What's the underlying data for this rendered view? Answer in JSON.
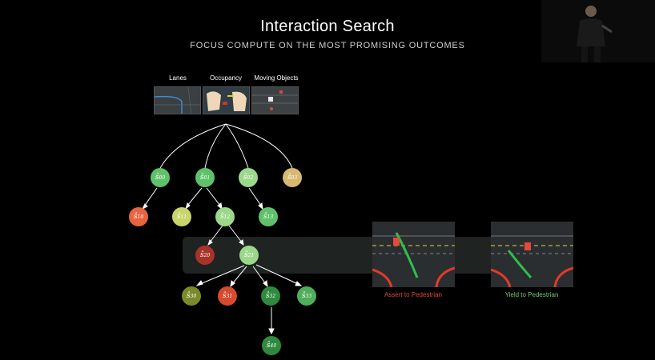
{
  "header": {
    "title": "Interaction Search",
    "subtitle": "FOCUS COMPUTE ON THE MOST PROMISING OUTCOMES"
  },
  "inputs": [
    {
      "label": "Lanes"
    },
    {
      "label": "Occupancy"
    },
    {
      "label": "Moving Objects"
    }
  ],
  "tree": {
    "level0": [
      {
        "sym": "ŝ",
        "sub": "0",
        "sup": "0"
      },
      {
        "sym": "ŝ",
        "sub": "0",
        "sup": "1"
      },
      {
        "sym": "ŝ",
        "sub": "0",
        "sup": "2"
      },
      {
        "sym": "ŝ",
        "sub": "0",
        "sup": "3"
      }
    ],
    "level1": [
      {
        "sym": "ŝ",
        "sub": "1",
        "sup": "0"
      },
      {
        "sym": "ŝ",
        "sub": "1",
        "sup": "1"
      },
      {
        "sym": "ŝ",
        "sub": "1",
        "sup": "2"
      },
      {
        "sym": "ŝ",
        "sub": "1",
        "sup": "3"
      }
    ],
    "level2": [
      {
        "sym": "ŝ",
        "sub": "2",
        "sup": "0"
      },
      {
        "sym": "ŝ",
        "sub": "2",
        "sup": "1"
      }
    ],
    "level3": [
      {
        "sym": "ŝ",
        "sub": "3",
        "sup": "0"
      },
      {
        "sym": "ŝ",
        "sub": "3",
        "sup": "1"
      },
      {
        "sym": "ŝ",
        "sub": "3",
        "sup": "2"
      },
      {
        "sym": "ŝ",
        "sub": "3",
        "sup": "3"
      }
    ],
    "level4": [
      {
        "sym": "ŝ",
        "sub": "4",
        "sup": "0"
      }
    ]
  },
  "outcomes": [
    {
      "label": "Assert to Pedestrian",
      "color": "#e0483a"
    },
    {
      "label": "Yield to Pedestrian",
      "color": "#6fd06f"
    }
  ],
  "colors": {
    "green": "#6fcf75",
    "lightgreen": "#a6d98a",
    "yellowgreen": "#c9d46a",
    "tan": "#d9b870",
    "orange": "#e8643e",
    "red": "#c0392b",
    "darkgreen": "#3a8f45",
    "olive": "#7a8a2a"
  }
}
